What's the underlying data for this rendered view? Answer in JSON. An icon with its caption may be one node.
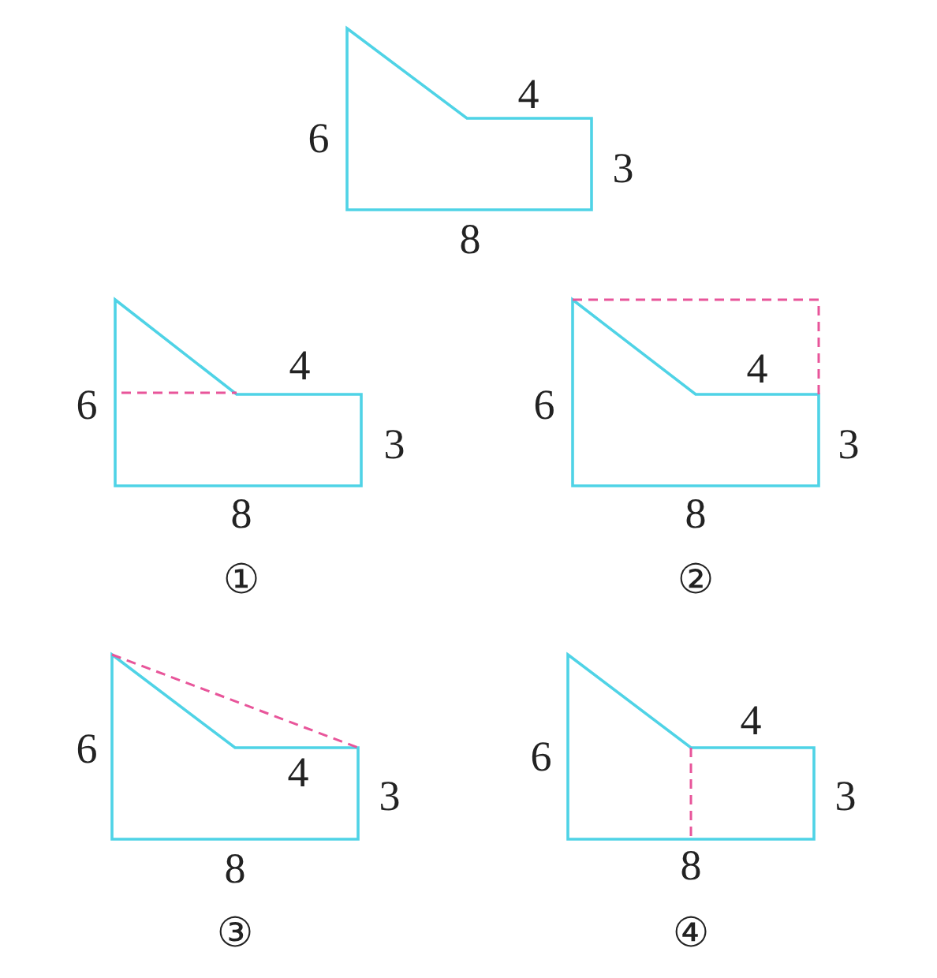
{
  "diagram": {
    "labels": [
      "4",
      "6",
      "3",
      "8",
      "4",
      "6",
      "3",
      "8",
      "①",
      "4",
      "6",
      "3",
      "8",
      "②",
      "4",
      "6",
      "3",
      "8",
      "③",
      "4",
      "6",
      "3",
      "8",
      "④"
    ]
  }
}
